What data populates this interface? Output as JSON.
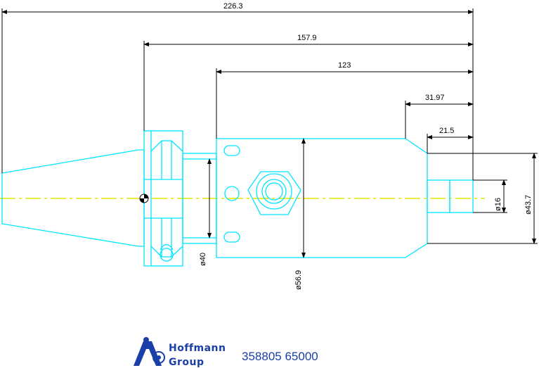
{
  "drawing": {
    "dimensions": {
      "overall_length": "226.3",
      "length_from_flange": "157.9",
      "body_length": "123",
      "nose_length": "31.97",
      "shank_length": "21.5",
      "bore_diameter": "ø16",
      "nose_diameter": "ø43.7",
      "body_diameter": "ø56.9",
      "collar_diameter": "ø40"
    },
    "colors": {
      "outline": "#00e5ff",
      "centerline": "#e6e600",
      "dimension": "#000000",
      "brand": "#1a3fa8"
    }
  },
  "title_block": {
    "logo_line1": "Hoffmann",
    "logo_line2": "Group",
    "part_number": "358805 65000"
  }
}
